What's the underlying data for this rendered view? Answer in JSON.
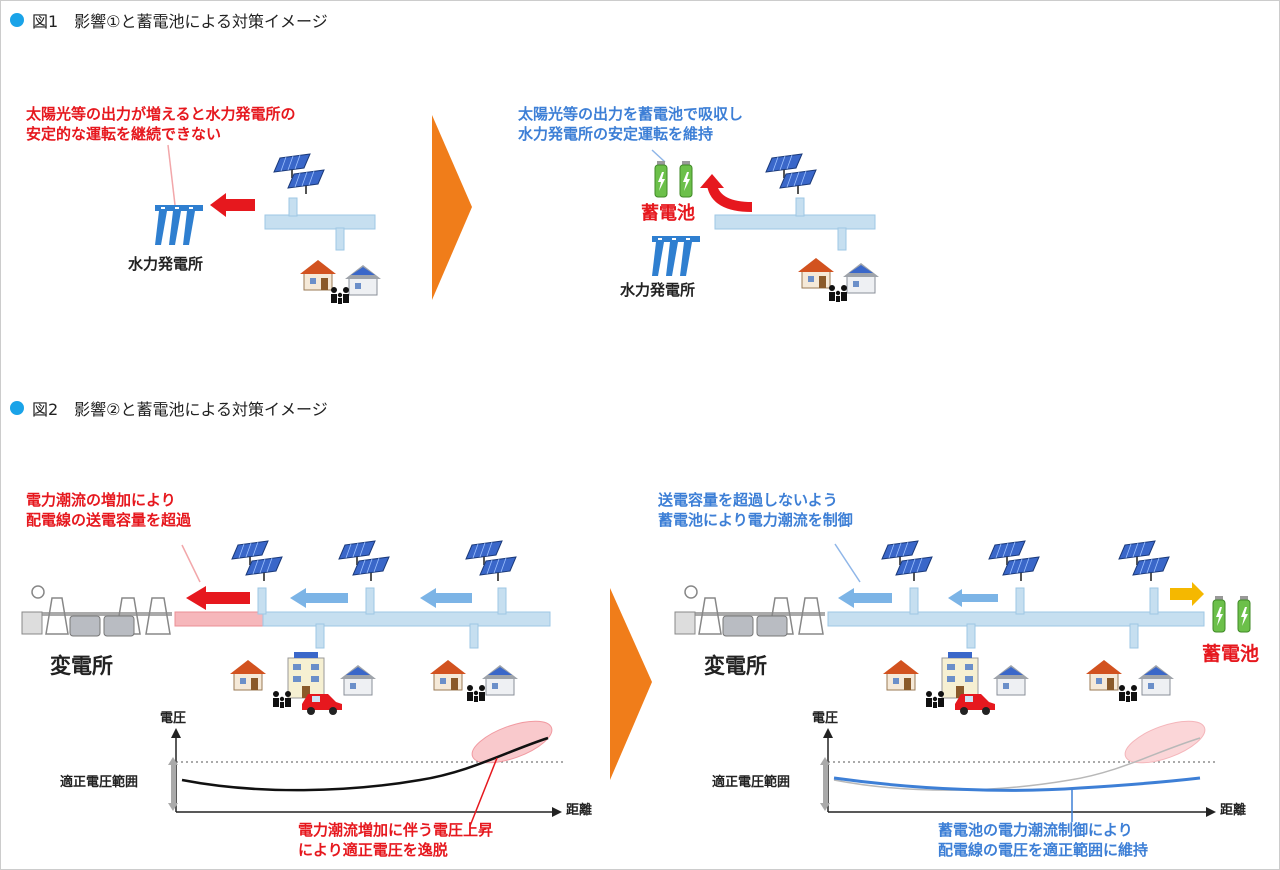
{
  "figure1": {
    "title": "図1　影響①と蓄電池による対策イメージ",
    "left_caption_line1": "太陽光等の出力が増えると水力発電所の",
    "left_caption_line2": "安定的な運転を継続できない",
    "left_station_label": "水力発電所",
    "right_caption_line1": "太陽光等の出力を蓄電池で吸収し",
    "right_caption_line2": "水力発電所の安定運転を維持",
    "right_battery_label": "蓄電池",
    "right_station_label": "水力発電所"
  },
  "figure2": {
    "title": "図2　影響②と蓄電池による対策イメージ",
    "left_caption_line1": "電力潮流の増加により",
    "left_caption_line2": "配電線の送電容量を超過",
    "left_substation_label": "変電所",
    "left_y_axis": "電圧",
    "left_x_axis": "距離",
    "left_range_label": "適正電圧範囲",
    "left_note_line1": "電力潮流増加に伴う電圧上昇",
    "left_note_line2": "により適正電圧を逸脱",
    "right_caption_line1": "送電容量を超過しないよう",
    "right_caption_line2": "蓄電池により電力潮流を制御",
    "right_substation_label": "変電所",
    "right_battery_label": "蓄電池",
    "right_y_axis": "電圧",
    "right_x_axis": "距離",
    "right_range_label": "適正電圧範囲",
    "right_note_line1": "蓄電池の電力潮流制御により",
    "right_note_line2": "配電線の電圧を適正範囲に維持"
  },
  "colors": {
    "accent_blue": "#1aa3e8",
    "warning_red": "#e6181e",
    "info_blue": "#3d7fd6",
    "line_light_blue": "#c6dff0",
    "arrow_orange": "#f07d1a",
    "battery_green": "#6cc04a"
  },
  "icons": [
    "solar-panel-icon",
    "hydro-station-icon",
    "house-icon",
    "people-icon",
    "battery-icon",
    "substation-icon",
    "car-icon",
    "arrow-icon"
  ]
}
